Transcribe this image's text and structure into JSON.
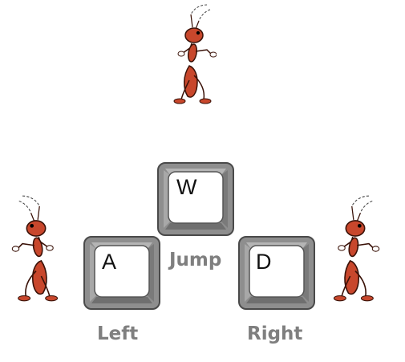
{
  "keys": {
    "jump": {
      "letter": "W",
      "label": "Jump"
    },
    "left": {
      "letter": "A",
      "label": "Left"
    },
    "right": {
      "letter": "D",
      "label": "Right"
    }
  },
  "colors": {
    "ant_body": "#c8472c",
    "ant_outline": "#3a1208",
    "key_face": "#ffffff",
    "key_bevel": "#9a9a9a",
    "key_border": "#4a4a4a",
    "label": "#7f7f7f"
  }
}
